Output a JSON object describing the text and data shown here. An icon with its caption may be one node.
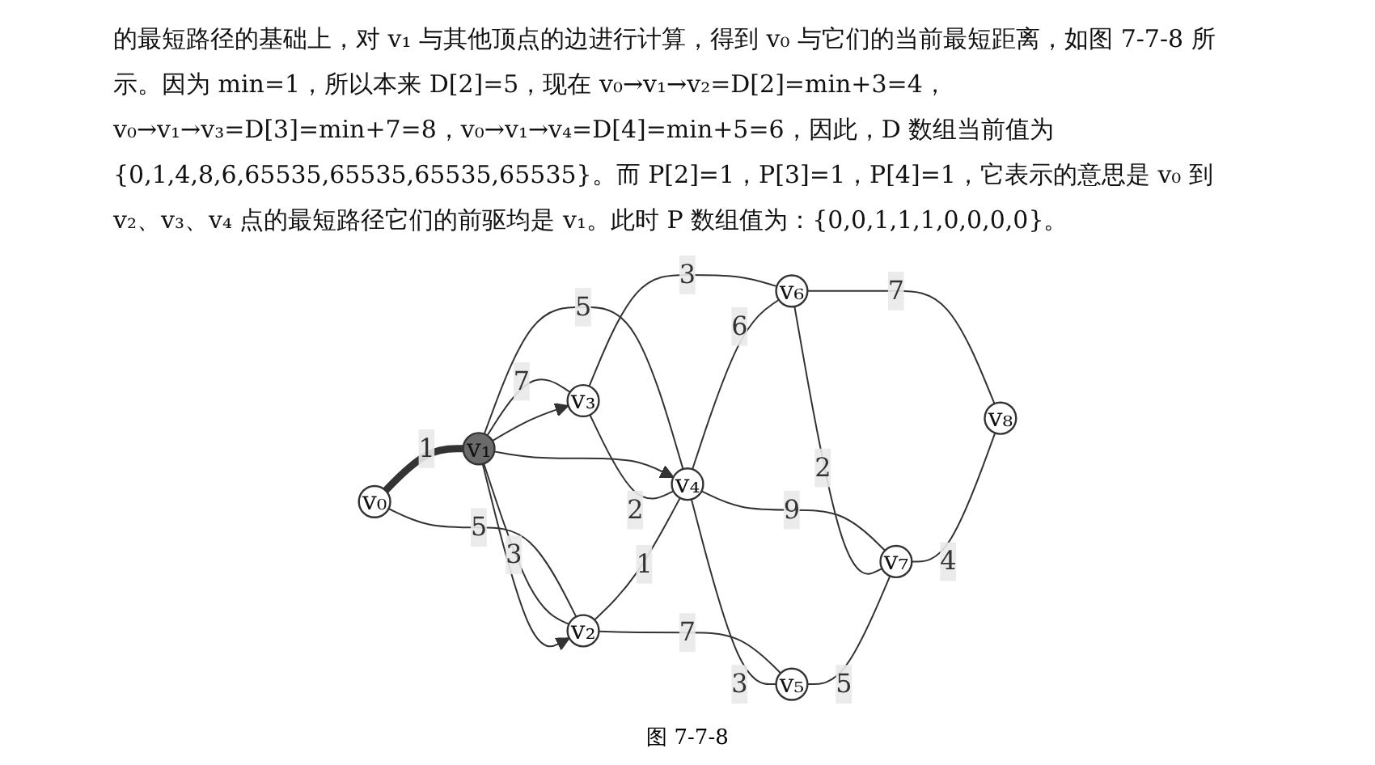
{
  "diagram": {
    "caption": "图 7-7-8",
    "nodes": [
      {
        "text": [
          "v₀"
        ]
      },
      {
        "text": [
          "v₁"
        ]
      },
      {
        "text": [
          "v₃"
        ]
      },
      {
        "text": [
          "v₄"
        ]
      },
      {
        "text": [
          "v₂"
        ]
      },
      {
        "text": [
          "v₅"
        ]
      },
      {
        "text": [
          "v₆"
        ]
      },
      {
        "text": [
          "v₇"
        ]
      },
      {
        "text": [
          "v₈"
        ]
      }
    ],
    "edges": [
      {
        "from": 0,
        "to": 1,
        "arrow": "none",
        "label": "1",
        "style": "thick"
      },
      {
        "from": 0,
        "to": 4,
        "arrow": "none",
        "label": "5"
      },
      {
        "from": 1,
        "to": 2,
        "arrow": "none",
        "label": "7"
      },
      {
        "from": 1,
        "to": 3,
        "arrow": "none",
        "label": "5"
      },
      {
        "from": 1,
        "to": 4,
        "arrow": "none",
        "label": "3"
      },
      {
        "from": 1,
        "to": 2,
        "arrow": "to"
      },
      {
        "from": 1,
        "to": 3,
        "arrow": "to"
      },
      {
        "from": 1,
        "to": 4,
        "arrow": "to"
      },
      {
        "from": 2,
        "to": 3,
        "arrow": "none",
        "label": "2"
      },
      {
        "from": 2,
        "to": 6,
        "arrow": "none",
        "label": "3"
      },
      {
        "from": 4,
        "to": 3,
        "arrow": "none",
        "label": "1"
      },
      {
        "from": 4,
        "to": 5,
        "arrow": "none",
        "label": "7"
      },
      {
        "from": 3,
        "to": 6,
        "arrow": "none",
        "label": "6"
      },
      {
        "from": 3,
        "to": 5,
        "arrow": "none",
        "label": "3"
      },
      {
        "from": 3,
        "to": 7,
        "arrow": "none",
        "label": "9"
      },
      {
        "from": 6,
        "to": 7,
        "arrow": "none",
        "label": "2"
      },
      {
        "from": 6,
        "to": 8,
        "arrow": "none",
        "label": "7"
      },
      {
        "from": 5,
        "to": 7,
        "arrow": "none",
        "label": "5"
      },
      {
        "from": 7,
        "to": 8,
        "arrow": "none",
        "label": "4"
      }
    ],
    "labels": [
      "的最短路径的基础上，对 v₁ 与其他顶点的边进行计算，得到 v₀ 与它们的当前最短距离，如图 7-7-8 所示。因为 min=1，所以本来 D[2]=5，现在 v₀→v₁→v₂=D[2]=min+3=4，v₀→v₁→v₃=D[3]=min+7=8，v₀→v₁→v₄=D[4]=min+5=6，因此，D 数组当前值为{0,1,4,8,6,65535,65535,65535,65535}。而 P[2]=1，P[3]=1，P[4]=1，它表示的意思是 v₀ 到 v₂、v₃、v₄ 点的最短路径它们的前驱均是 v₁。此时 P 数组值为：{0,0,1,1,1,0,0,0,0}。"
    ]
  }
}
